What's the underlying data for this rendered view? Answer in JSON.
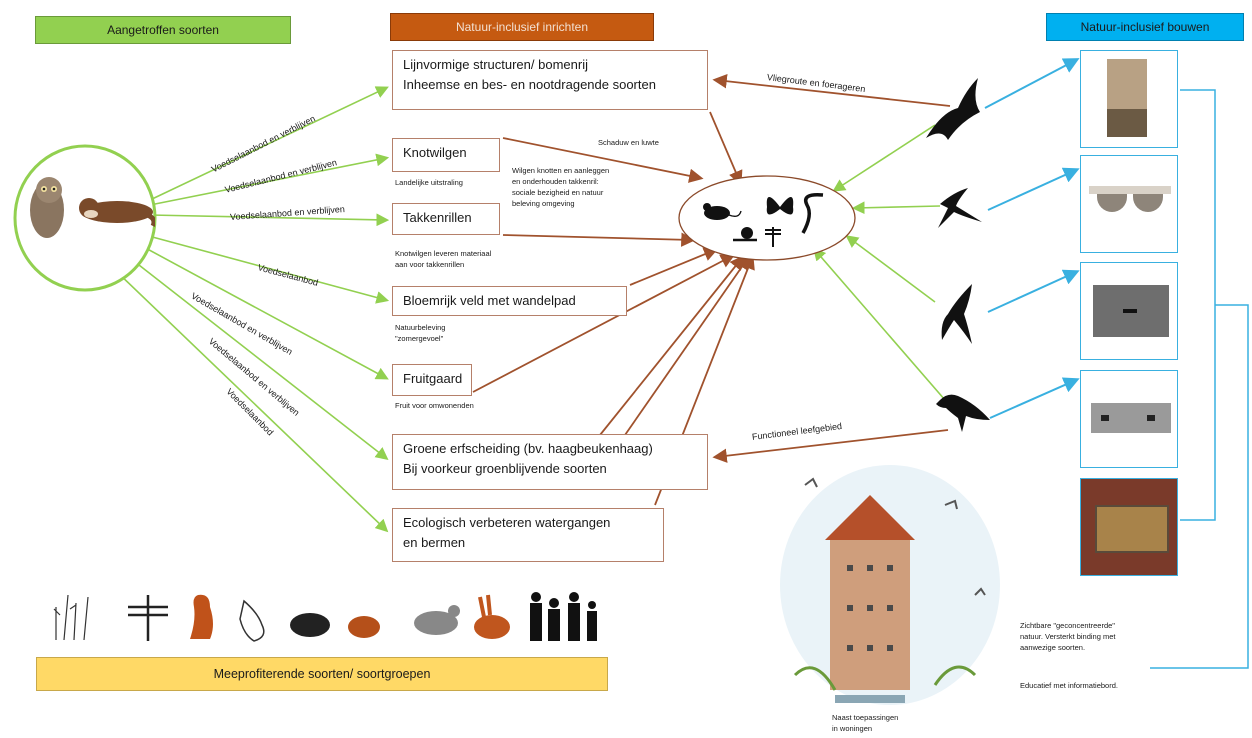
{
  "headers": {
    "species": "Aangetroffen soorten",
    "design": "Natuur-inclusief inrichten",
    "build": "Natuur-inclusief bouwen",
    "benefit": "Meeprofiterende soorten/ soortgroepen"
  },
  "boxes": {
    "lines_l1": "Lijnvormige structuren/ bomenrij",
    "lines_l2": "Inheemse en bes- en nootdragende soorten",
    "knotwilgen": "Knotwilgen",
    "takkenrillen": "Takkenrillen",
    "bloemrijk": "Bloemrijk veld met wandelpad",
    "fruitgaard": "Fruitgaard",
    "groene_l1": "Groene erfscheiding (bv. haagbeukenhaag)",
    "groene_l2": "Bij voorkeur groenblijvende soorten",
    "eco_l1": "Ecologisch verbeteren watergangen",
    "eco_l2": "en bermen"
  },
  "notes": {
    "schaduw": "Schaduw en luwte",
    "landelijk": "Landelijke uitstraling",
    "wilgen_1": "Wilgen knotten en aanleggen",
    "wilgen_2": "en onderhouden takkenril:",
    "wilgen_3": "sociale bezigheid en natuur",
    "wilgen_4": "beleving omgeving",
    "knot_1": "Knotwilgen leveren materiaal",
    "knot_2": "aan voor takkenrillen",
    "natuur_1": "Natuurbeleving",
    "natuur_2": "\"zomergevoel\"",
    "fruit": "Fruit voor omwonenden",
    "zicht_1": "Zichtbare \"geconcentreerde\"",
    "zicht_2": "natuur. Versterkt binding met",
    "zicht_3": "aanwezige soorten.",
    "educ": "Educatief met informatiebord.",
    "naast_1": "Naast toepassingen",
    "naast_2": "in woningen"
  },
  "arrow_labels": {
    "a1": "Voedselaanbod en verblijven",
    "a2": "Voedselaanbod en verblijven",
    "a3": "Voedselaanbod en verblijven",
    "a4": "Voedselaanbod",
    "a5": "Voedselaanbod en verblijven",
    "a6": "Voedselaanbod en verblijven",
    "a7": "Voedselaanbod",
    "vlieg": "Vliegroute en foerageren",
    "functioneel": "Functioneel leefgebied"
  },
  "colors": {
    "green_header": "#92d050",
    "orange_header": "#c55a11",
    "blue_header": "#00b0f0",
    "yellow_header": "#ffd966",
    "green_arrow": "#92d050",
    "brown_arrow": "#a0522d",
    "blue_arrow": "#39b0e0"
  },
  "icons": [
    "owl-icon",
    "otter-icon",
    "bat-icon",
    "swallow-icon",
    "swift-icon",
    "jackdaw-icon",
    "mouse-icon",
    "butterfly-icon",
    "snail-icon",
    "worm-icon",
    "dragonfly-icon",
    "bird-tower-icon"
  ]
}
